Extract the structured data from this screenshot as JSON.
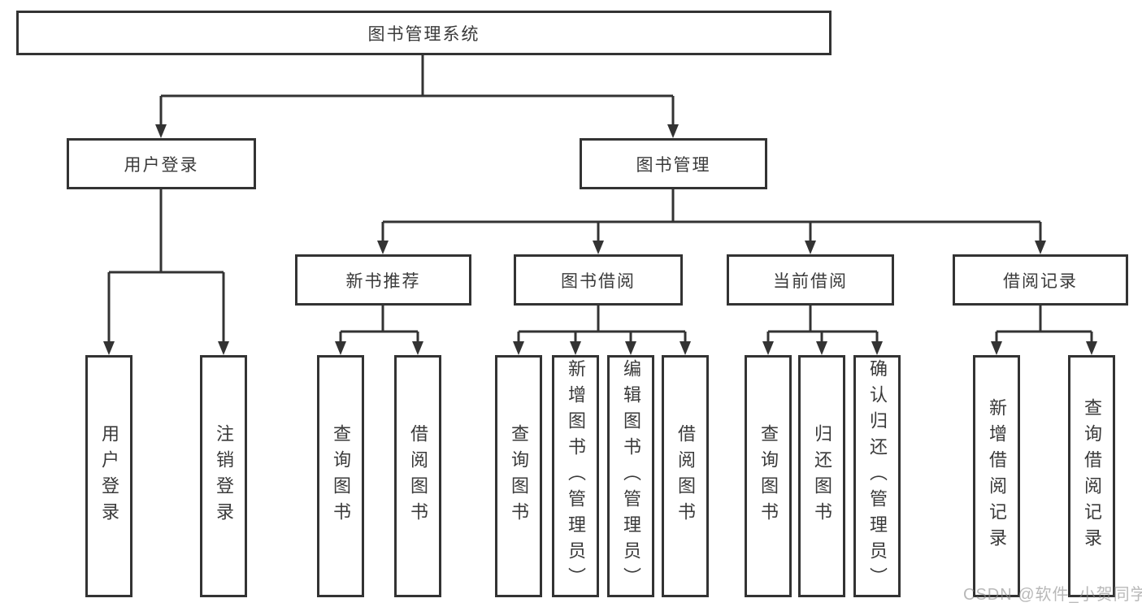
{
  "nodes": {
    "root": "图书管理系统",
    "user": {
      "label": "用户登录",
      "children": [
        "用户登录",
        "注销登录"
      ]
    },
    "mgmt": {
      "label": "图书管理",
      "children": [
        {
          "label": "新书推荐",
          "children": [
            "查询图书",
            "借阅图书"
          ]
        },
        {
          "label": "图书借阅",
          "children": [
            "查询图书",
            "新增图书（管理员）",
            "编辑图书（管理员）",
            "借阅图书"
          ]
        },
        {
          "label": "当前借阅",
          "children": [
            "查询图书",
            "归还图书",
            "确认归还（管理员）"
          ]
        },
        {
          "label": "借阅记录",
          "children": [
            "新增借阅记录",
            "查询借阅记录"
          ]
        }
      ]
    }
  },
  "watermark": {
    "text": "CSDN @软件_小贺同学"
  },
  "colors": {
    "line": "#333333",
    "box_background": "#ffffff",
    "text": "#3a3a3a",
    "watermark": "#8c8c8c"
  }
}
